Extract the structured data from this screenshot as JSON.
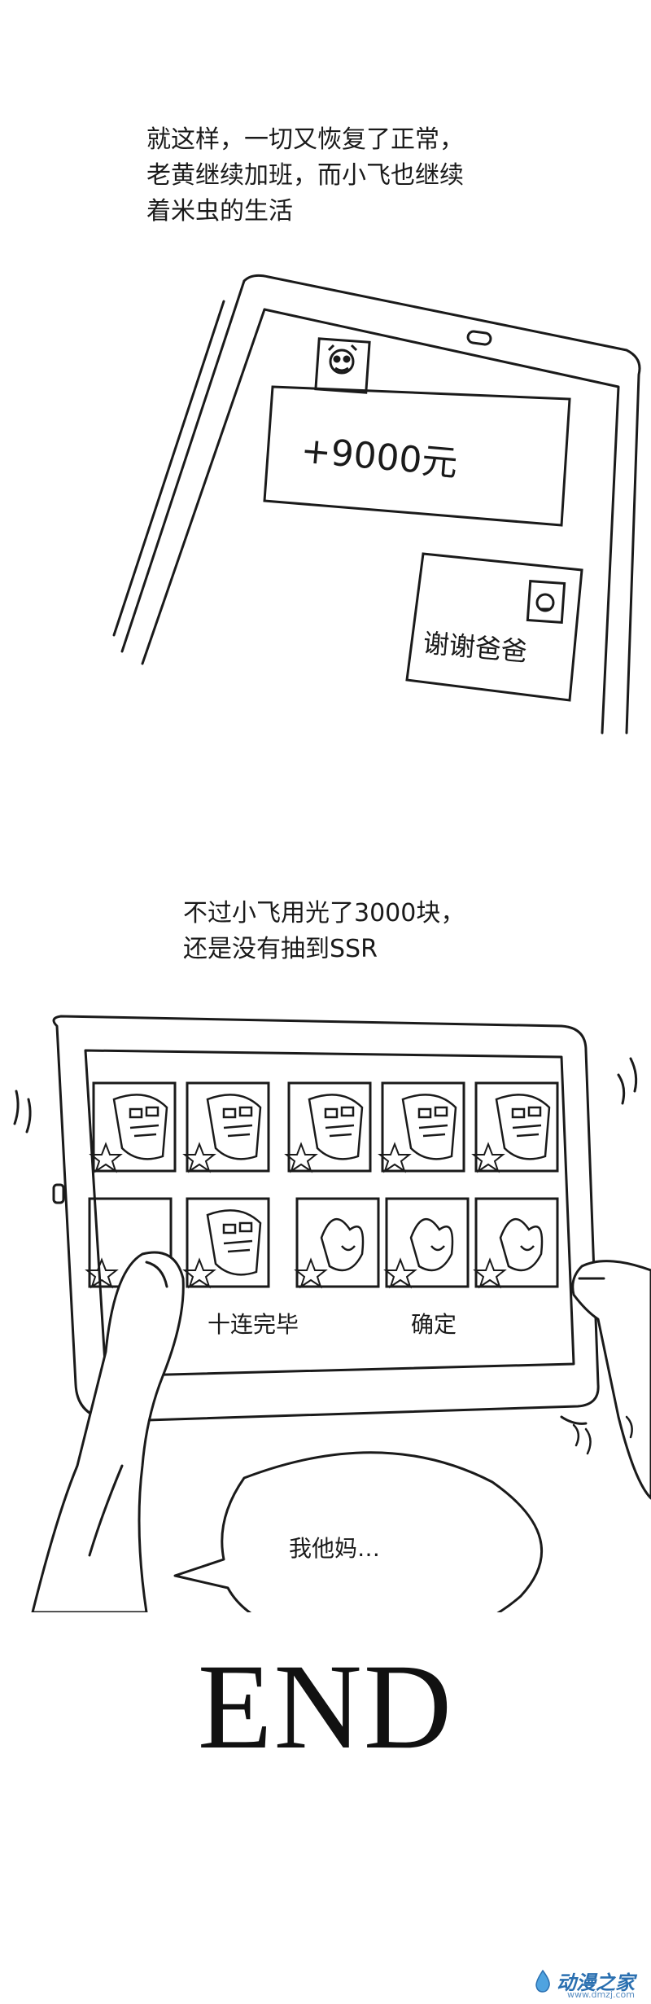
{
  "panel1": {
    "narration": "就这样，一切又恢复了正常，\n老黄继续加班，而小飞也继续\n着米虫的生活",
    "message_amount": "+9000元",
    "message_reply": "谢谢爸爸"
  },
  "panel2": {
    "narration": "不过小飞用光了3000块，\n还是没有抽到SSR",
    "gacha_done_label": "十连完毕",
    "confirm_label": "确定",
    "speech": "我他妈…"
  },
  "ending": {
    "title": "END"
  },
  "watermark": {
    "logo": "动漫之家",
    "url": "www.dmzj.com"
  },
  "colors": {
    "ink": "#1a1a1a",
    "background": "#ffffff",
    "watermark_blue": "#2a6fb0"
  }
}
